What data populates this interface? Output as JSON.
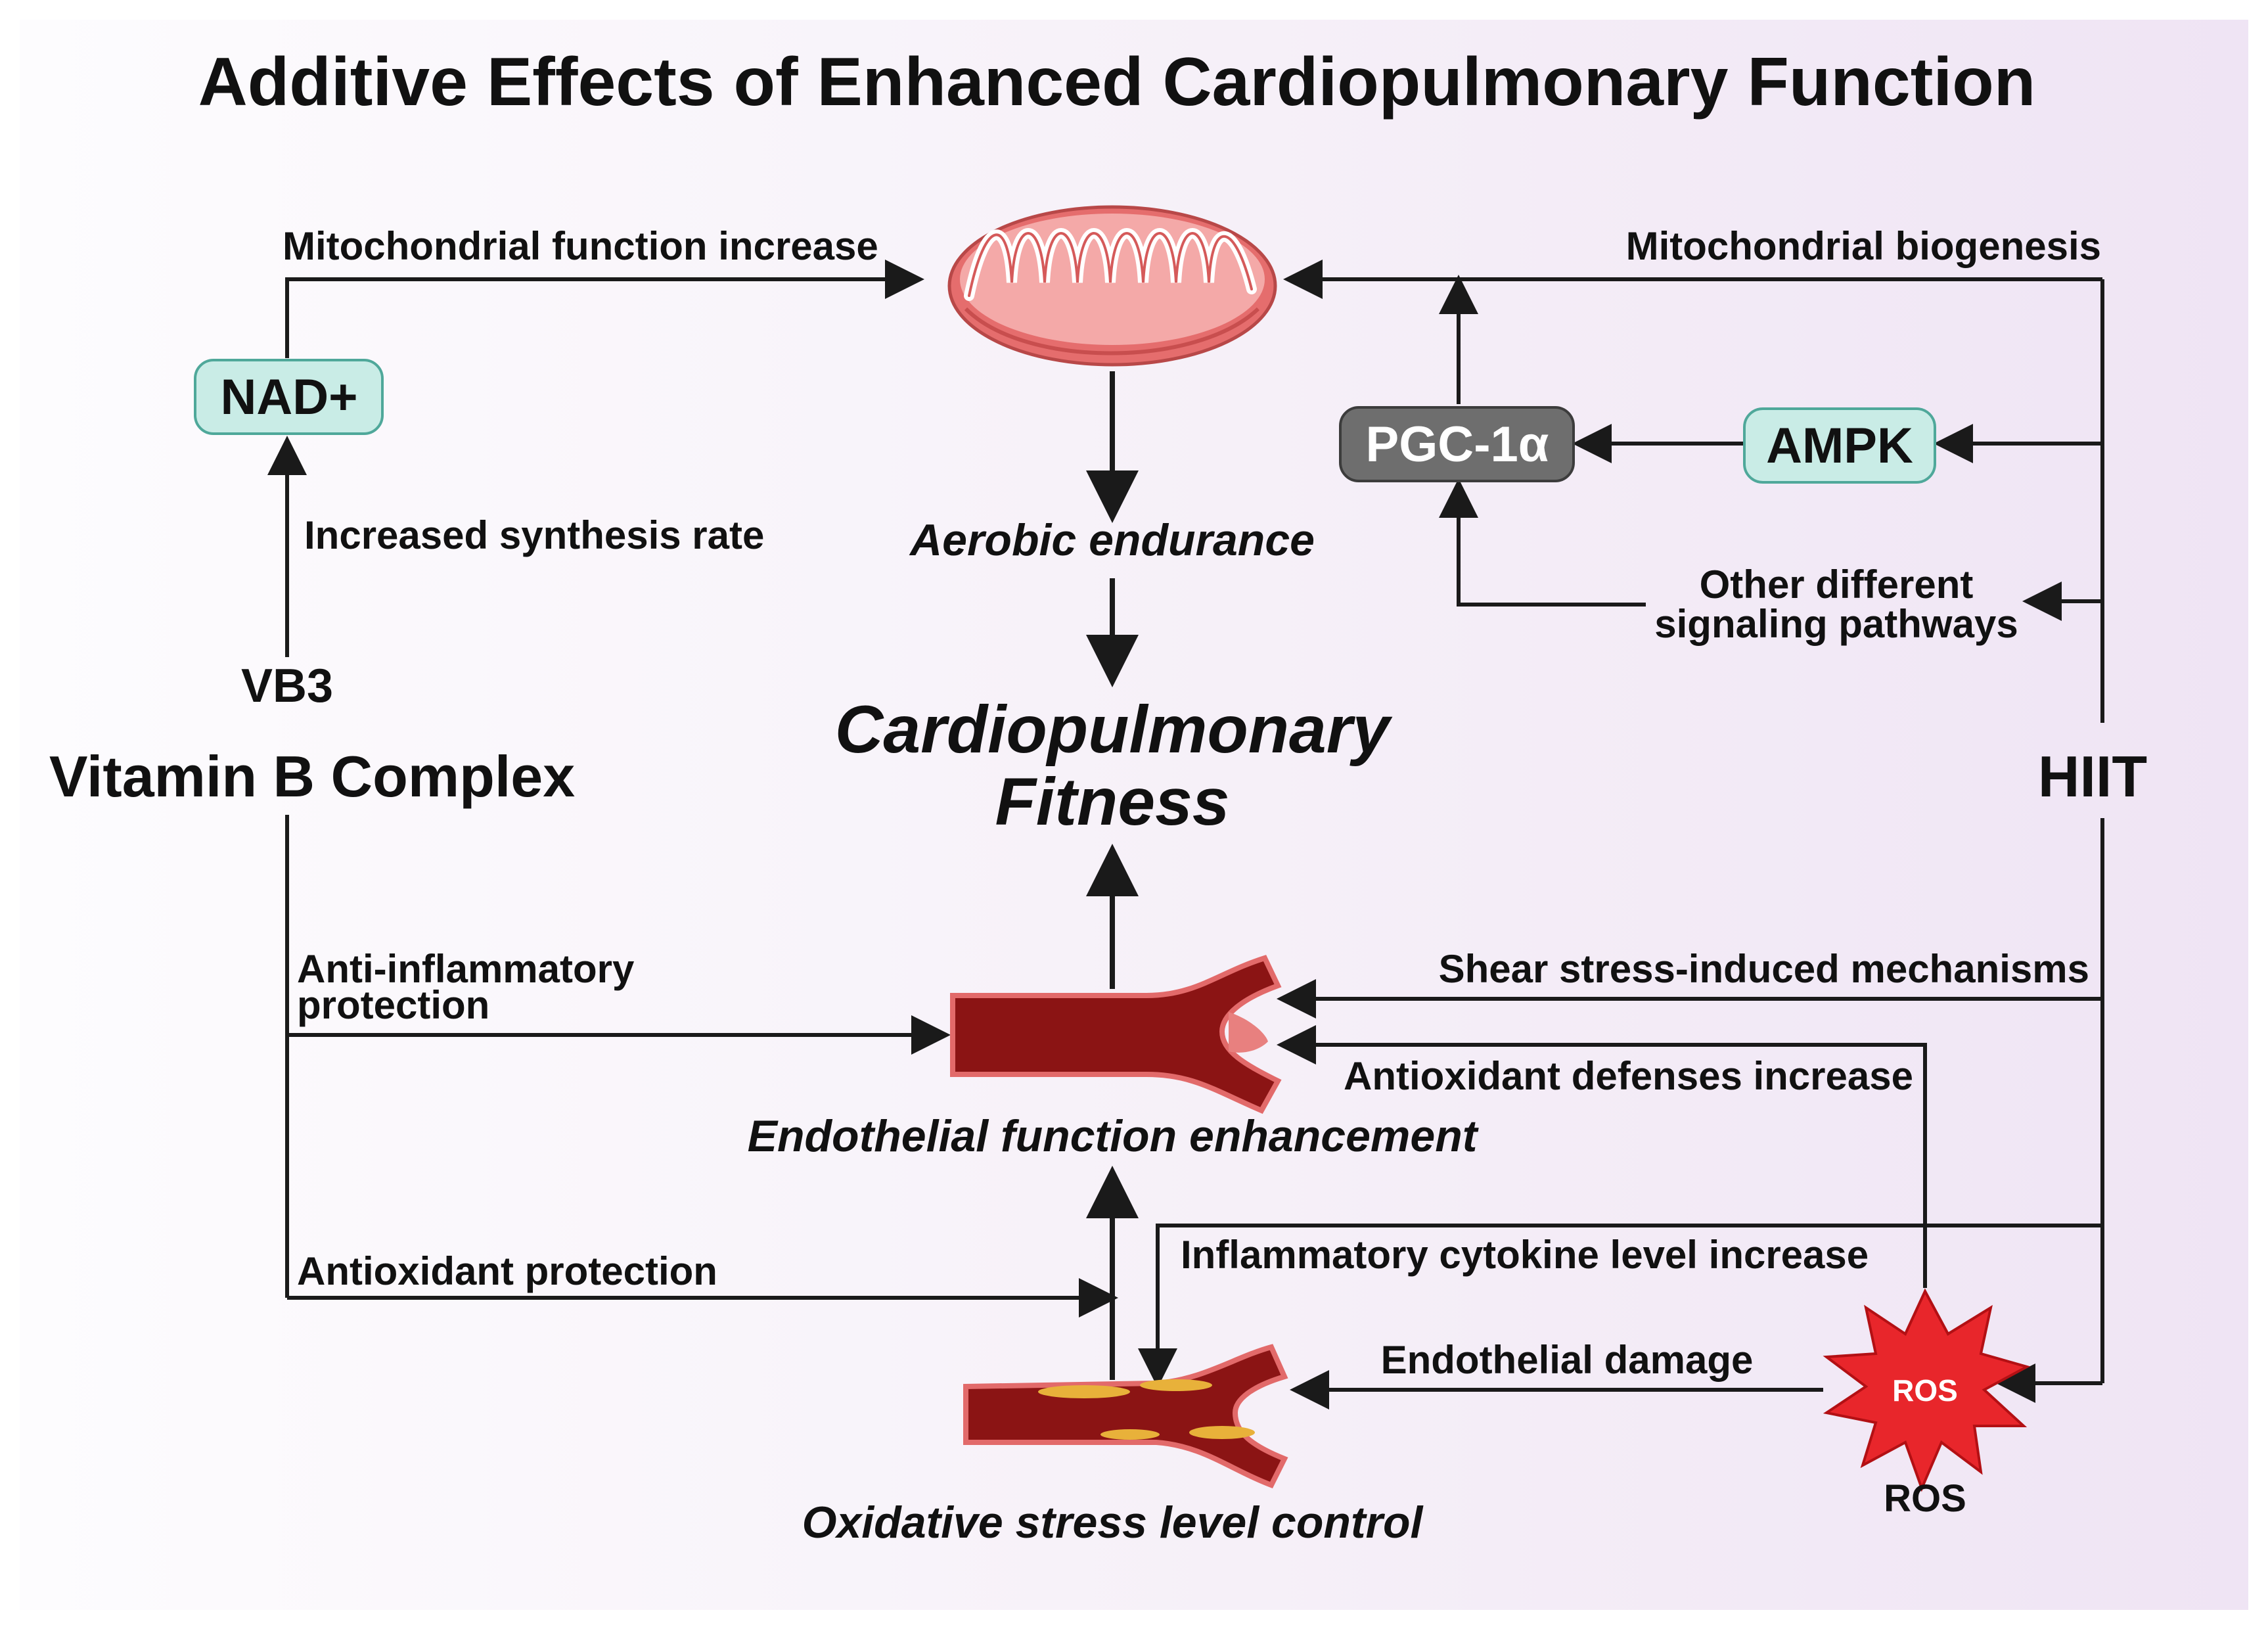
{
  "title": "Additive Effects of Enhanced Cardiopulmonary Function",
  "center": {
    "line1": "Cardiopulmonary",
    "line2": "Fitness"
  },
  "nodes": {
    "vitamin_b": "Vitamin B Complex",
    "vb3": "VB3",
    "nad": "NAD+",
    "hiit": "HIIT",
    "pgc": "PGC-1α",
    "ampk": "AMPK",
    "other_line1": "Other different",
    "other_line2": "signaling pathways",
    "aerobic": "Aerobic endurance",
    "endothelial": "Endothelial function enhancement",
    "oxidative": "Oxidative stress level control",
    "ros_badge": "ROS",
    "ros_label": "ROS"
  },
  "edges": {
    "mito_increase": "Mitochondrial function increase",
    "synthesis": "Increased synthesis rate",
    "biogenesis": "Mitochondrial biogenesis",
    "anti_inflam_line1": "Anti-inflammatory",
    "anti_inflam_line2": "protection",
    "antiox_protection": "Antioxidant protection",
    "shear": "Shear stress-induced mechanisms",
    "antiox_def": "Antioxidant defenses increase",
    "cytokine": "Inflammatory cytokine level increase",
    "endo_damage": "Endothelial damage"
  },
  "colors": {
    "teal_box": "#c9ece6",
    "teal_border": "#4fa89a",
    "gray_box": "#6e6e6e",
    "mito_outer": "#e77a7a",
    "vessel_dark": "#8b1414",
    "vessel_light": "#e26a6a",
    "plaque": "#e8b13a",
    "ros": "#e8262b"
  },
  "icons": [
    "mitochondrion-icon",
    "healthy-vessel-icon",
    "plaque-vessel-icon",
    "ros-starburst-icon"
  ]
}
